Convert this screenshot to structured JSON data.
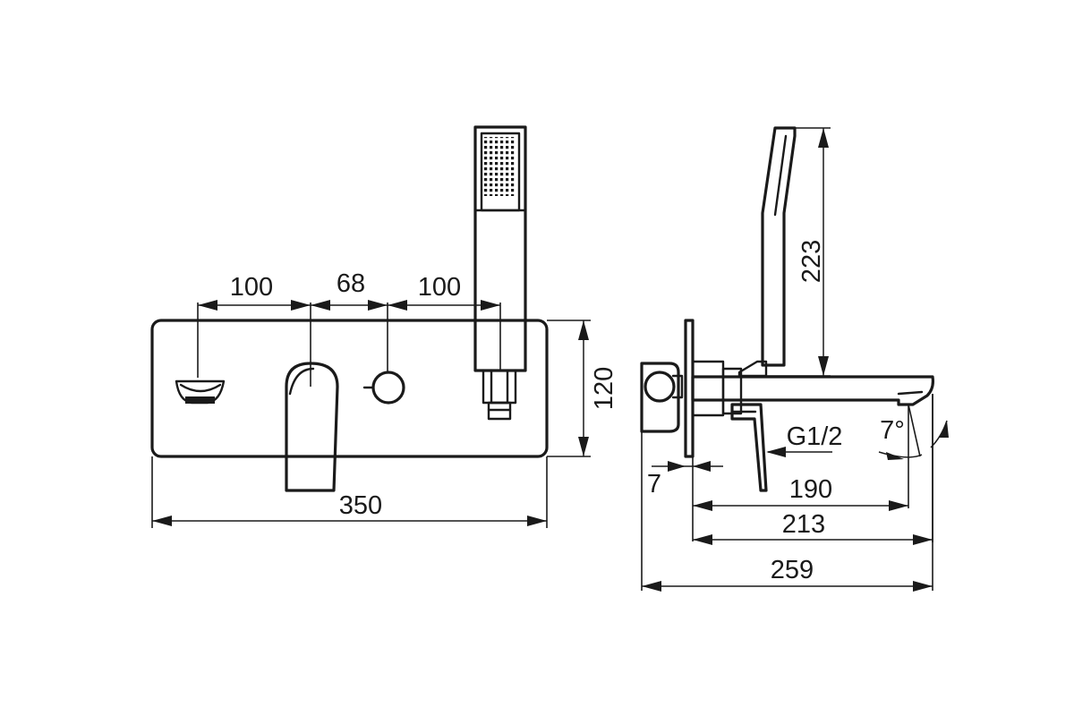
{
  "front_view": {
    "dim_spacing_1": "100",
    "dim_spacing_2": "68",
    "dim_spacing_3": "100",
    "dim_plate_height": "120",
    "dim_plate_width": "350"
  },
  "side_view": {
    "dim_shower_height": "223",
    "dim_thread": "G1/2",
    "dim_angle": "7°",
    "dim_plate_thickness": "7",
    "dim_projection_1": "190",
    "dim_projection_2": "213",
    "dim_projection_total": "259"
  }
}
